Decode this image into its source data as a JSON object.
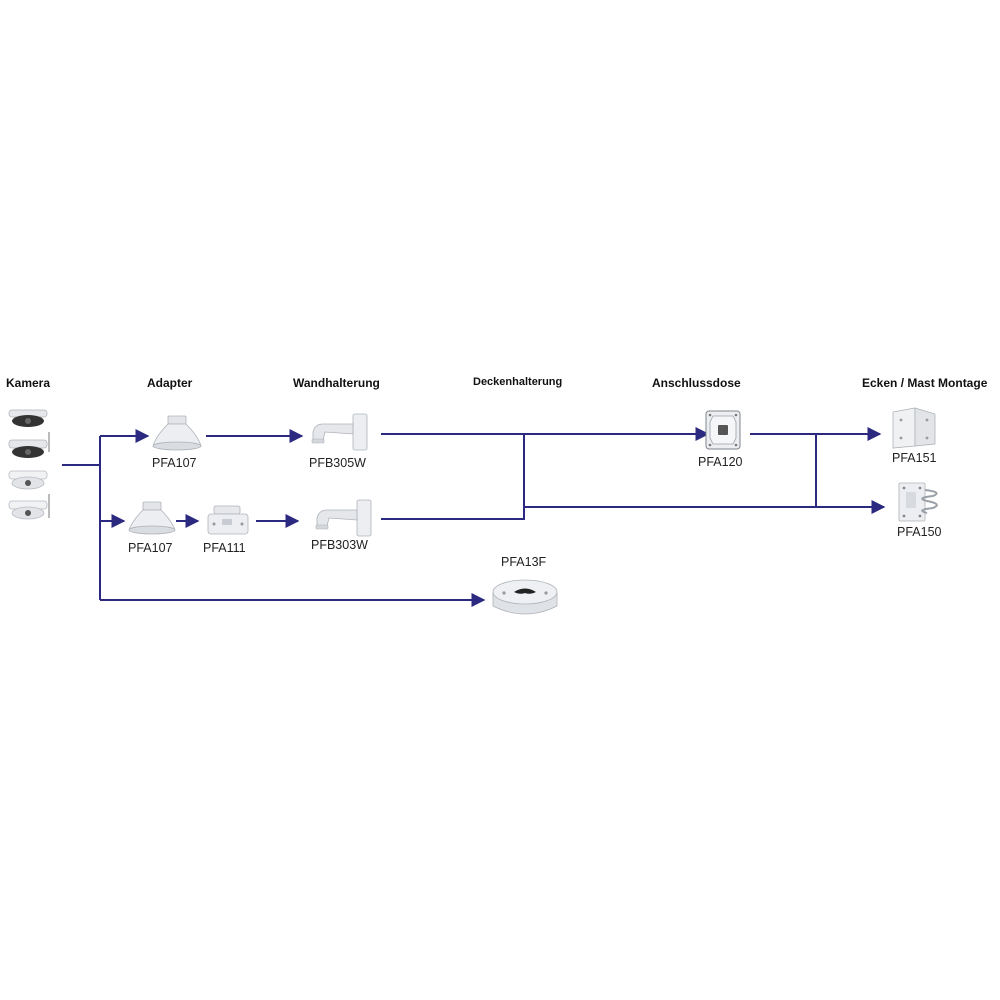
{
  "columns": {
    "kamera": "Kamera",
    "adapter": "Adapter",
    "wandhalterung": "Wandhalterung",
    "deckenhalterung": "Deckenhalterung",
    "anschlussdose": "Anschlussdose",
    "ecken_mast": "Ecken / Mast Montage"
  },
  "devices": {
    "pfa107_top": "PFA107",
    "pfa107_bottom": "PFA107",
    "pfa111": "PFA111",
    "pfb305w": "PFB305W",
    "pfb303w": "PFB303W",
    "pfa13f": "PFA13F",
    "pfa120": "PFA120",
    "pfa151": "PFA151",
    "pfa150": "PFA150"
  },
  "colors": {
    "connector": "#2b2a80",
    "device_body": "#ecedf0",
    "device_shadow": "#c8cbd1"
  }
}
